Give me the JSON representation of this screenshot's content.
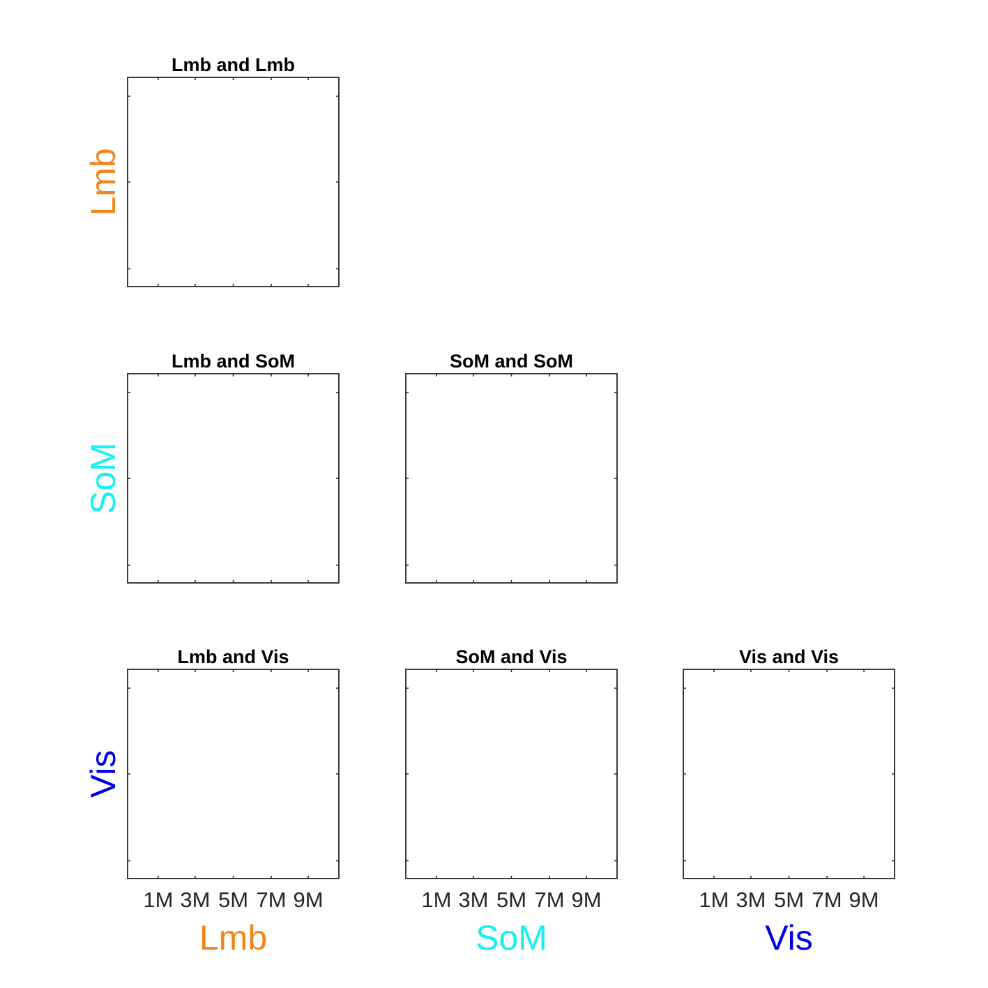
{
  "networks": [
    "Lmb",
    "SoM",
    "Vis"
  ],
  "colors": {
    "Lmb": "#f28518",
    "SoM": "#17f0f0",
    "Vis": "#0000e6",
    "frame": "#262626"
  },
  "chart_data": {
    "type": "scatter",
    "layout": "lower-triangular grid of 6 panels",
    "x_tick_labels": [
      "1M",
      "3M",
      "5M",
      "7M",
      "9M"
    ],
    "row_labels": [
      "Lmb",
      "SoM",
      "Vis"
    ],
    "column_labels": [
      "Lmb",
      "SoM",
      "Vis"
    ],
    "panels": [
      {
        "row": 0,
        "col": 0,
        "title": "Lmb and Lmb",
        "points": []
      },
      {
        "row": 1,
        "col": 0,
        "title": "Lmb and SoM",
        "points": []
      },
      {
        "row": 1,
        "col": 1,
        "title": "SoM and SoM",
        "points": []
      },
      {
        "row": 2,
        "col": 0,
        "title": "Lmb and Vis",
        "points": []
      },
      {
        "row": 2,
        "col": 1,
        "title": "SoM and Vis",
        "points": []
      },
      {
        "row": 2,
        "col": 2,
        "title": "Vis and Vis",
        "points": []
      }
    ],
    "grid": false
  }
}
